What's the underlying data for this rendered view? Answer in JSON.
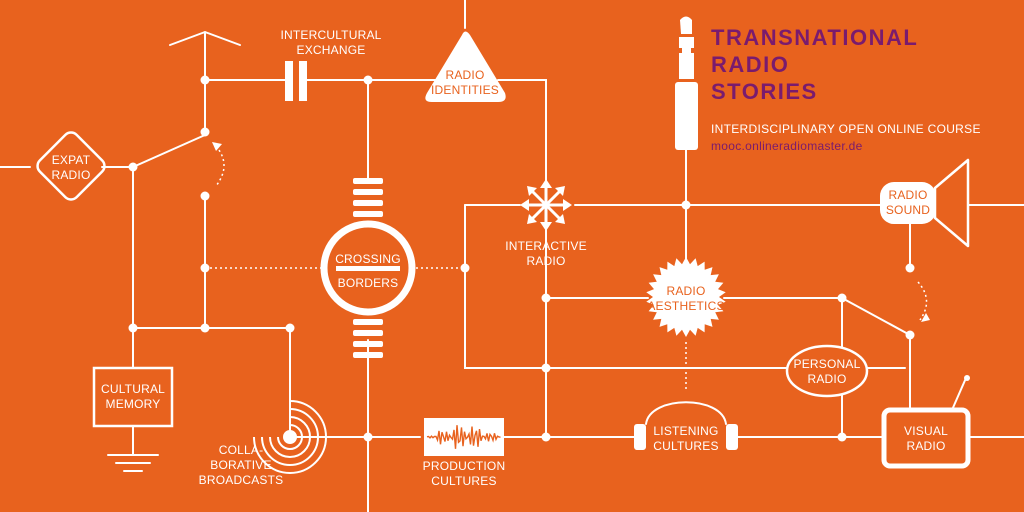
{
  "title": {
    "lines": [
      "TRANSNATIONAL",
      "RADIO",
      "STORIES"
    ]
  },
  "subtitle": "INTERDISCIPLINARY OPEN ONLINE COURSE",
  "url": "mooc.onlineradiomaster.de",
  "colors": {
    "background": "#e8621e",
    "lines": "#ffffff",
    "title": "#7a1b6e"
  },
  "nodes": {
    "expat_radio": [
      "EXPAT",
      "RADIO"
    ],
    "intercultural_exchange": [
      "INTERCULTURAL",
      "EXCHANGE"
    ],
    "radio_identities": [
      "RADIO",
      "IDENTITIES"
    ],
    "crossing_borders": [
      "CROSSING",
      "BORDERS"
    ],
    "interactive_radio": [
      "INTERACTIVE",
      "RADIO"
    ],
    "radio_aesthetics": [
      "RADIO",
      "AESTHETICS"
    ],
    "radio_sound": [
      "RADIO",
      "SOUND"
    ],
    "personal_radio": [
      "PERSONAL",
      "RADIO"
    ],
    "cultural_memory": [
      "CULTURAL",
      "MEMORY"
    ],
    "collaborative_broadcasts": [
      "COLLA-",
      "BORATIVE",
      "BROADCASTS"
    ],
    "production_cultures": [
      "PRODUCTION",
      "CULTURES"
    ],
    "listening_cultures": [
      "LISTENING",
      "CULTURES"
    ],
    "visual_radio": [
      "VISUAL",
      "RADIO"
    ]
  }
}
